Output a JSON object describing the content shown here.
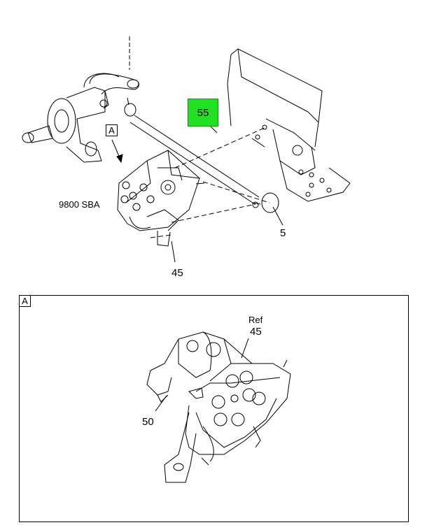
{
  "callouts": {
    "highlighted_part": "55",
    "tie_rod_end": "5",
    "steering_gear": "45",
    "bracket": "50",
    "ref_label": "Ref",
    "ref_part": "45"
  },
  "view_label": "A",
  "detail_label": "A",
  "model_label": "9800 SBA",
  "colors": {
    "highlight": "#22e022",
    "line": "#000000"
  }
}
